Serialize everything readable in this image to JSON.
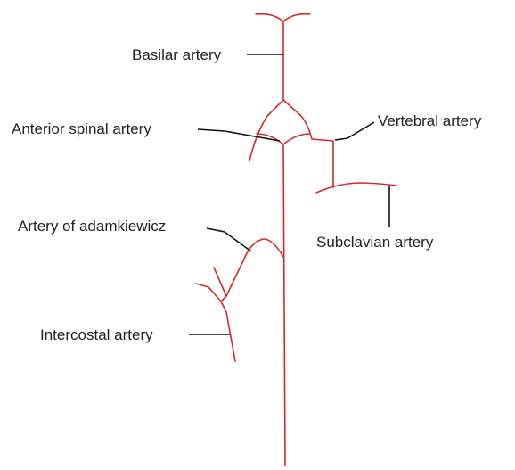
{
  "diagram": {
    "colors": {
      "artery": "#d42a2a",
      "leader": "#111111",
      "text": "#222222",
      "background": "#ffffff"
    },
    "labels": {
      "basilar": "Basilar artery",
      "anterior_spinal": "Anterior spinal artery",
      "vertebral": "Vertebral artery",
      "adamkiewicz": "Artery of adamkiewicz",
      "subclavian": "Subclavian artery",
      "intercostal": "Intercostal artery"
    }
  }
}
